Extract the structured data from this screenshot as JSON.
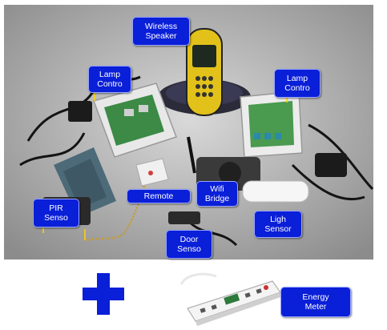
{
  "labels": {
    "wireless_speaker": "Wireless\nSpeaker",
    "lamp_control_left": "Lamp\nContro",
    "lamp_control_right": "Lamp\nContro",
    "remote": "Remote",
    "wifi_bridge": "Wifi\nBridge",
    "pir_sensor": "PIR\nSenso",
    "light_sensor": "Ligh\nSensor",
    "door_sensor": "Door\nSenso",
    "energy_meter": "Energy\nMeter"
  },
  "colors": {
    "label_bg": "#0a1fd8",
    "plus": "#0a1fd8",
    "pointer": "#ffd400"
  },
  "icons": {
    "plus": "plus-icon"
  }
}
